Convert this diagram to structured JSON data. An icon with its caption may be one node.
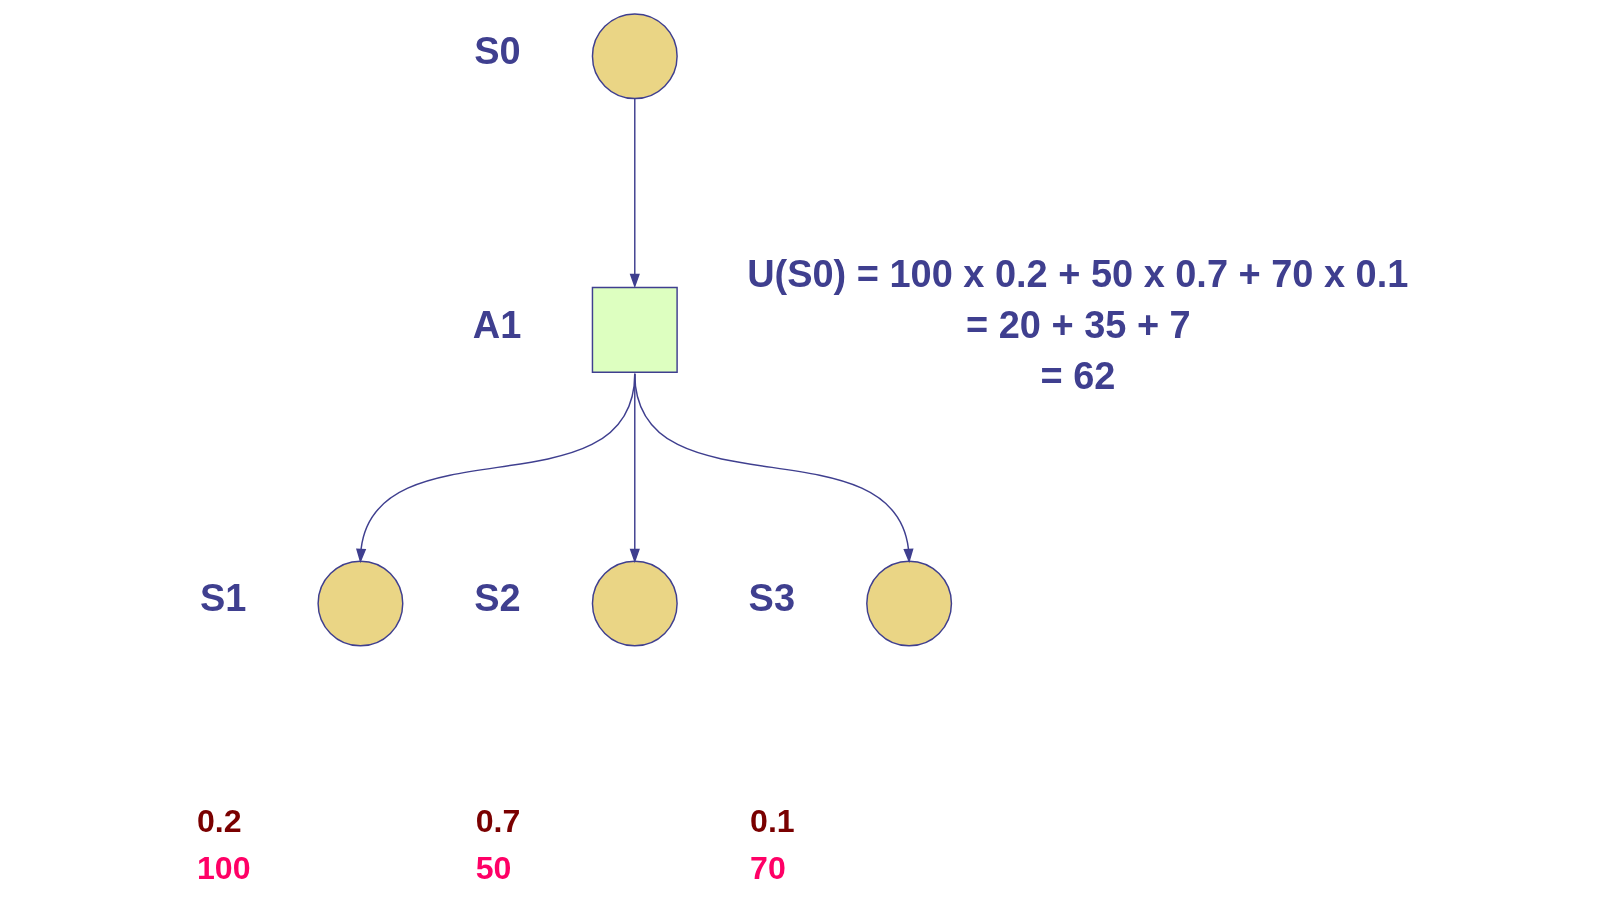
{
  "diagram": {
    "nodes": [
      {
        "text": [],
        "shape": "circle",
        "beside": [
          "S0"
        ]
      },
      {
        "text": [],
        "shape": "box",
        "beside": [
          "A1"
        ]
      },
      {
        "text": [],
        "shape": "circle",
        "beside": [
          "S1",
          "0.2",
          "100"
        ]
      },
      {
        "text": [],
        "shape": "circle",
        "beside": [
          "S2",
          "0.7",
          "50"
        ]
      },
      {
        "text": [],
        "shape": "circle",
        "beside": [
          "S3",
          "0.1",
          "70"
        ]
      }
    ],
    "edges": [
      {
        "from": 0,
        "to": 1,
        "arrow": "to"
      },
      {
        "from": 1,
        "to": 2,
        "arrow": "to"
      },
      {
        "from": 1,
        "to": 3,
        "arrow": "to"
      },
      {
        "from": 1,
        "to": 4,
        "arrow": "to"
      }
    ],
    "labels": [
      "U(S0) = 100 x 0.2 + 50 x 0.7 + 70 x 0.1",
      "= 20 + 35 + 7",
      "= 62"
    ]
  }
}
